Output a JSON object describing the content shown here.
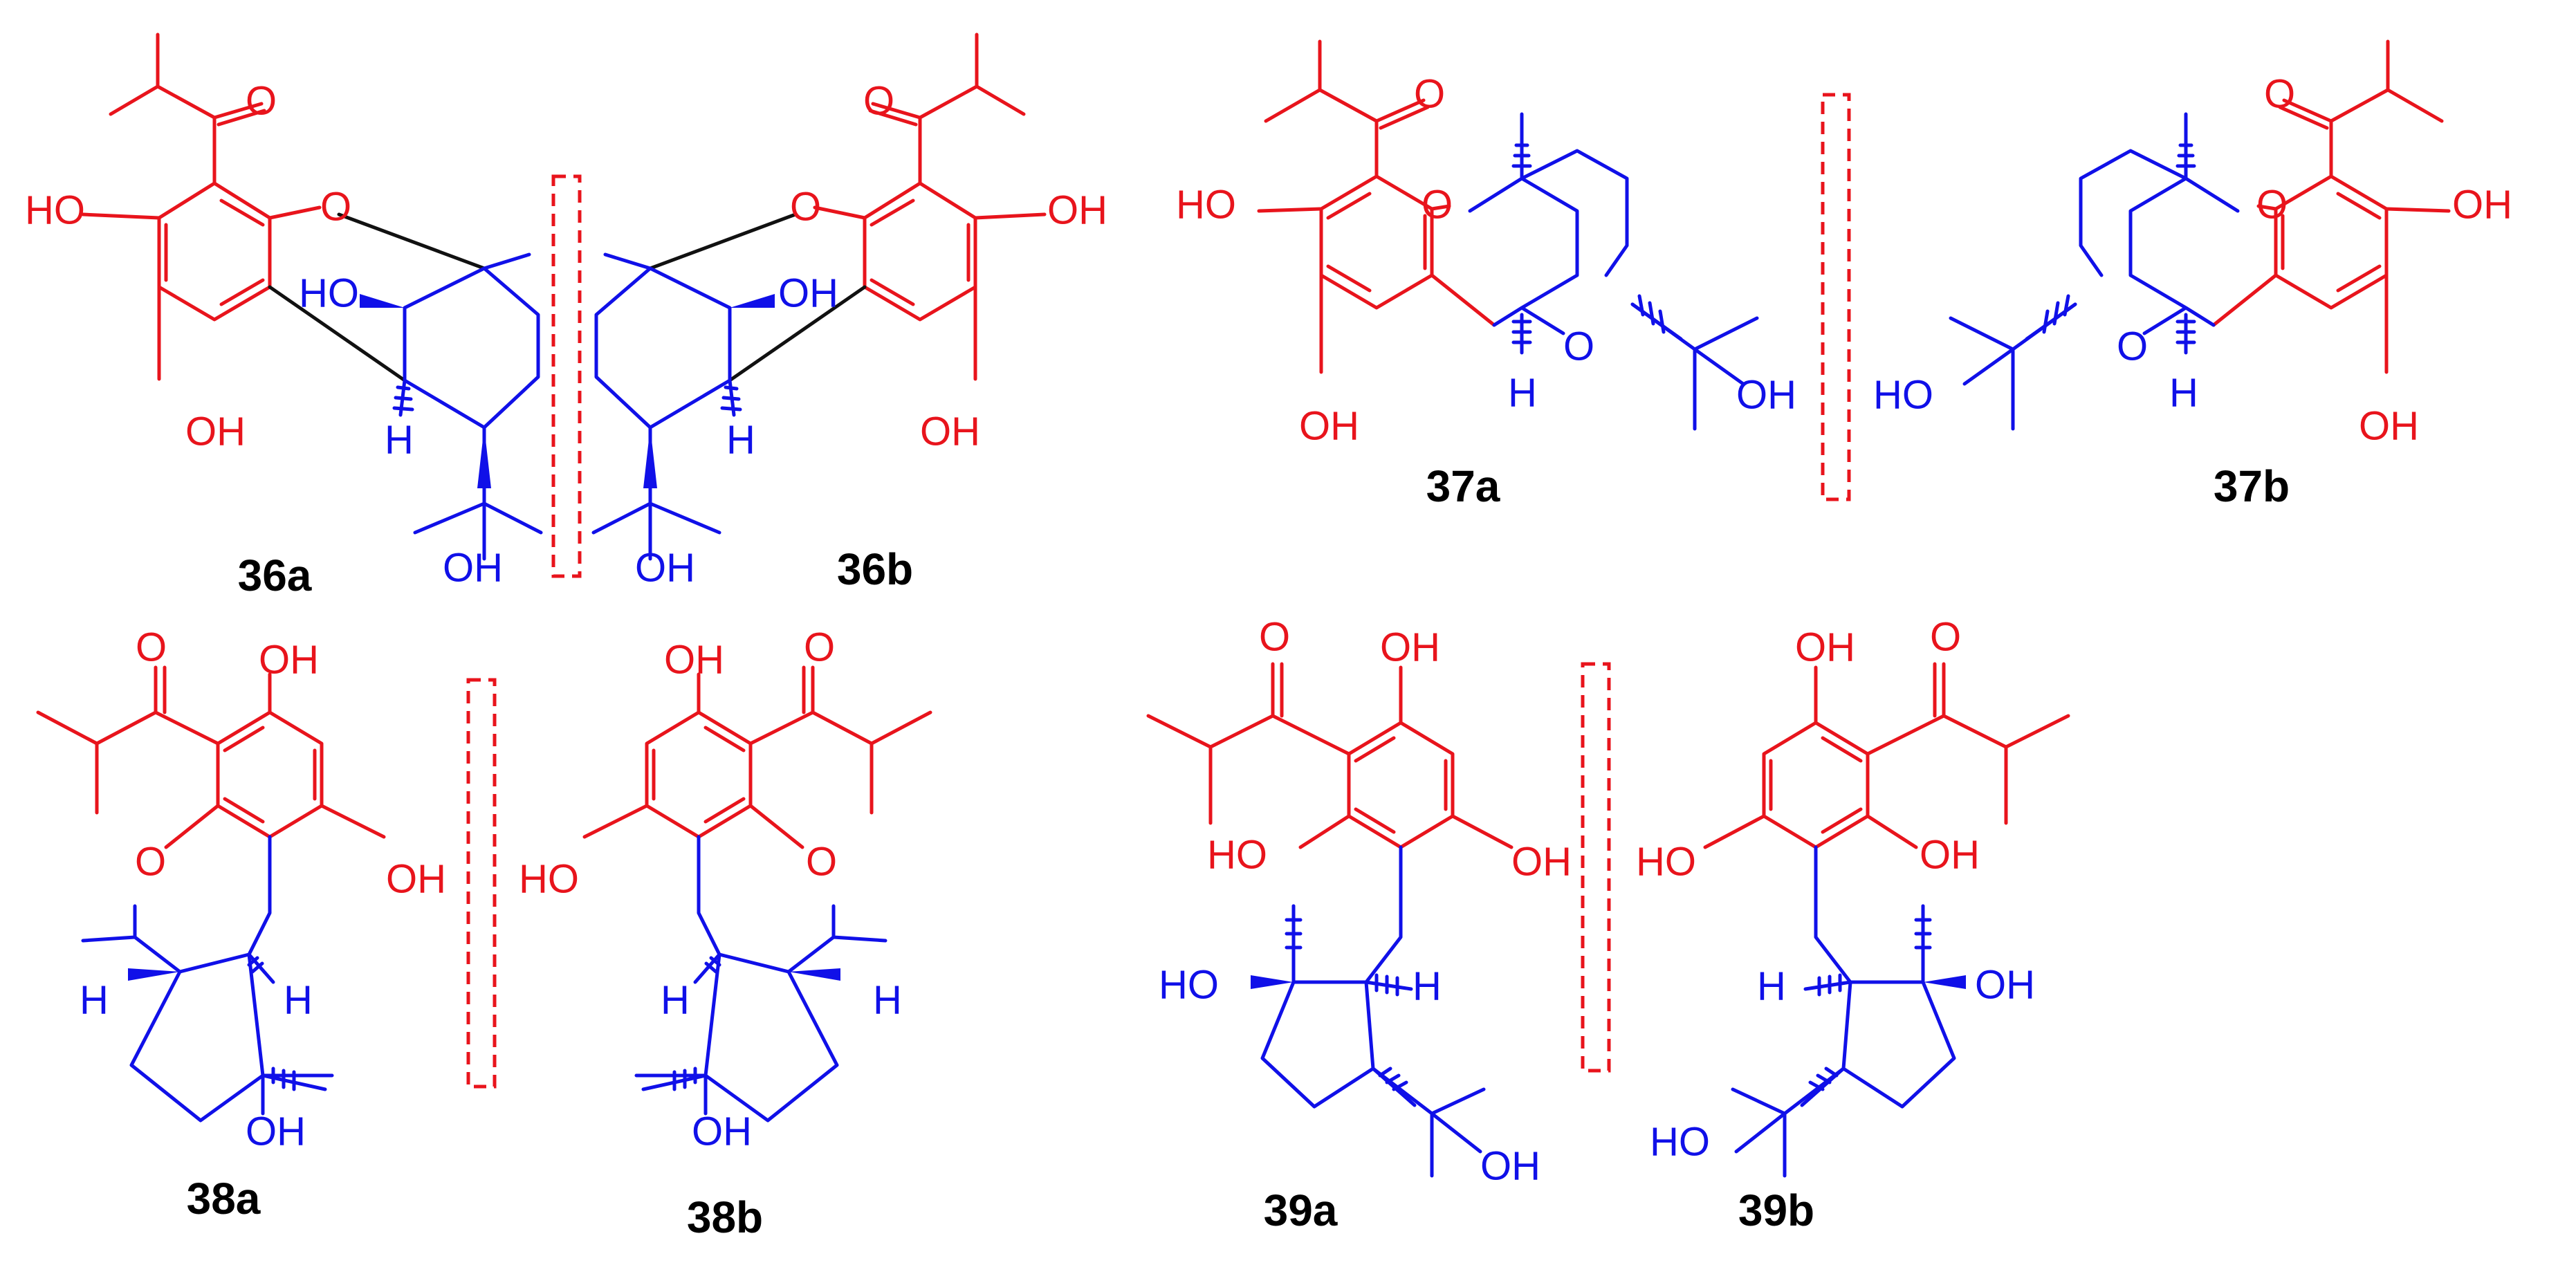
{
  "figure": {
    "compounds": [
      {
        "id": "36a",
        "label": "36a"
      },
      {
        "id": "36b",
        "label": "36b"
      },
      {
        "id": "37a",
        "label": "37a"
      },
      {
        "id": "37b",
        "label": "37b"
      },
      {
        "id": "38a",
        "label": "38a"
      },
      {
        "id": "38b",
        "label": "38b"
      },
      {
        "id": "39a",
        "label": "39a"
      },
      {
        "id": "39b",
        "label": "39b"
      }
    ],
    "atoms": {
      "oxygen": "O",
      "hydroxyl": "OH",
      "hydroxyl_left": "HO",
      "hydrogen": "H"
    },
    "colors": {
      "acylphloroglucinol": "#e8141c",
      "terpene": "#1010e8",
      "bridge_bond": "#111111",
      "mirror_plane": "#e8141c"
    }
  }
}
